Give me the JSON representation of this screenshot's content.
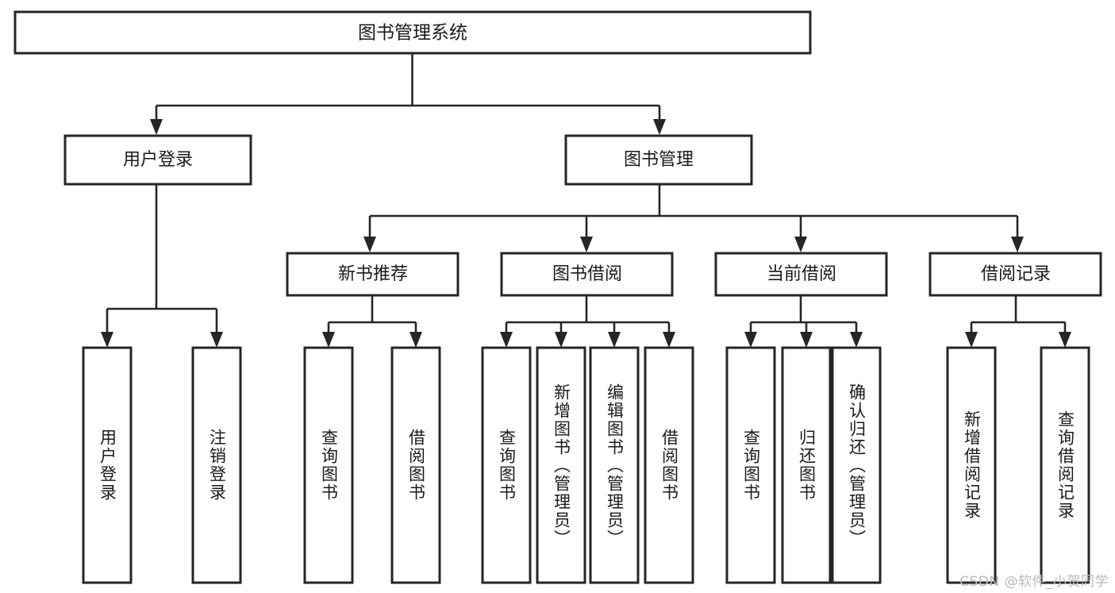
{
  "diagram": {
    "type": "tree-hierarchy-chart",
    "title": "图书管理系统",
    "watermark": "CSDN @软件_小贺同学",
    "colors": {
      "stroke": "#262626",
      "fill": "#ffffff",
      "text": "#1a1a1a",
      "watermark": "#b9b9b9"
    },
    "nodes": {
      "root": {
        "label": "图书管理系统",
        "level": 0
      },
      "level1": [
        {
          "id": "user-login",
          "label": "用户登录"
        },
        {
          "id": "book-manage",
          "label": "图书管理"
        }
      ],
      "level2": [
        {
          "id": "new-book-recommend",
          "label": "新书推荐",
          "parent": "book-manage"
        },
        {
          "id": "book-borrow",
          "label": "图书借阅",
          "parent": "book-manage"
        },
        {
          "id": "current-borrow",
          "label": "当前借阅",
          "parent": "book-manage"
        },
        {
          "id": "borrow-record",
          "label": "借阅记录",
          "parent": "book-manage"
        }
      ],
      "leaves": {
        "user-login": [
          {
            "id": "leaf-user-login",
            "label": "用户登录"
          },
          {
            "id": "leaf-user-logout",
            "label": "注销登录"
          }
        ],
        "new-book-recommend": [
          {
            "id": "leaf-query-book-1",
            "label": "查询图书"
          },
          {
            "id": "leaf-borrow-book-1",
            "label": "借阅图书"
          }
        ],
        "book-borrow": [
          {
            "id": "leaf-query-book-2",
            "label": "查询图书"
          },
          {
            "id": "leaf-add-book",
            "label": "新增图书（管理员）"
          },
          {
            "id": "leaf-edit-book",
            "label": "编辑图书（管理员）"
          },
          {
            "id": "leaf-borrow-book-2",
            "label": "借阅图书"
          }
        ],
        "current-borrow": [
          {
            "id": "leaf-query-book-3",
            "label": "查询图书"
          },
          {
            "id": "leaf-return-book",
            "label": "归还图书"
          },
          {
            "id": "leaf-confirm-return",
            "label": "确认归还（管理员）"
          }
        ],
        "borrow-record": [
          {
            "id": "leaf-add-record",
            "label": "新增借阅记录"
          },
          {
            "id": "leaf-query-record",
            "label": "查询借阅记录"
          }
        ]
      }
    }
  }
}
